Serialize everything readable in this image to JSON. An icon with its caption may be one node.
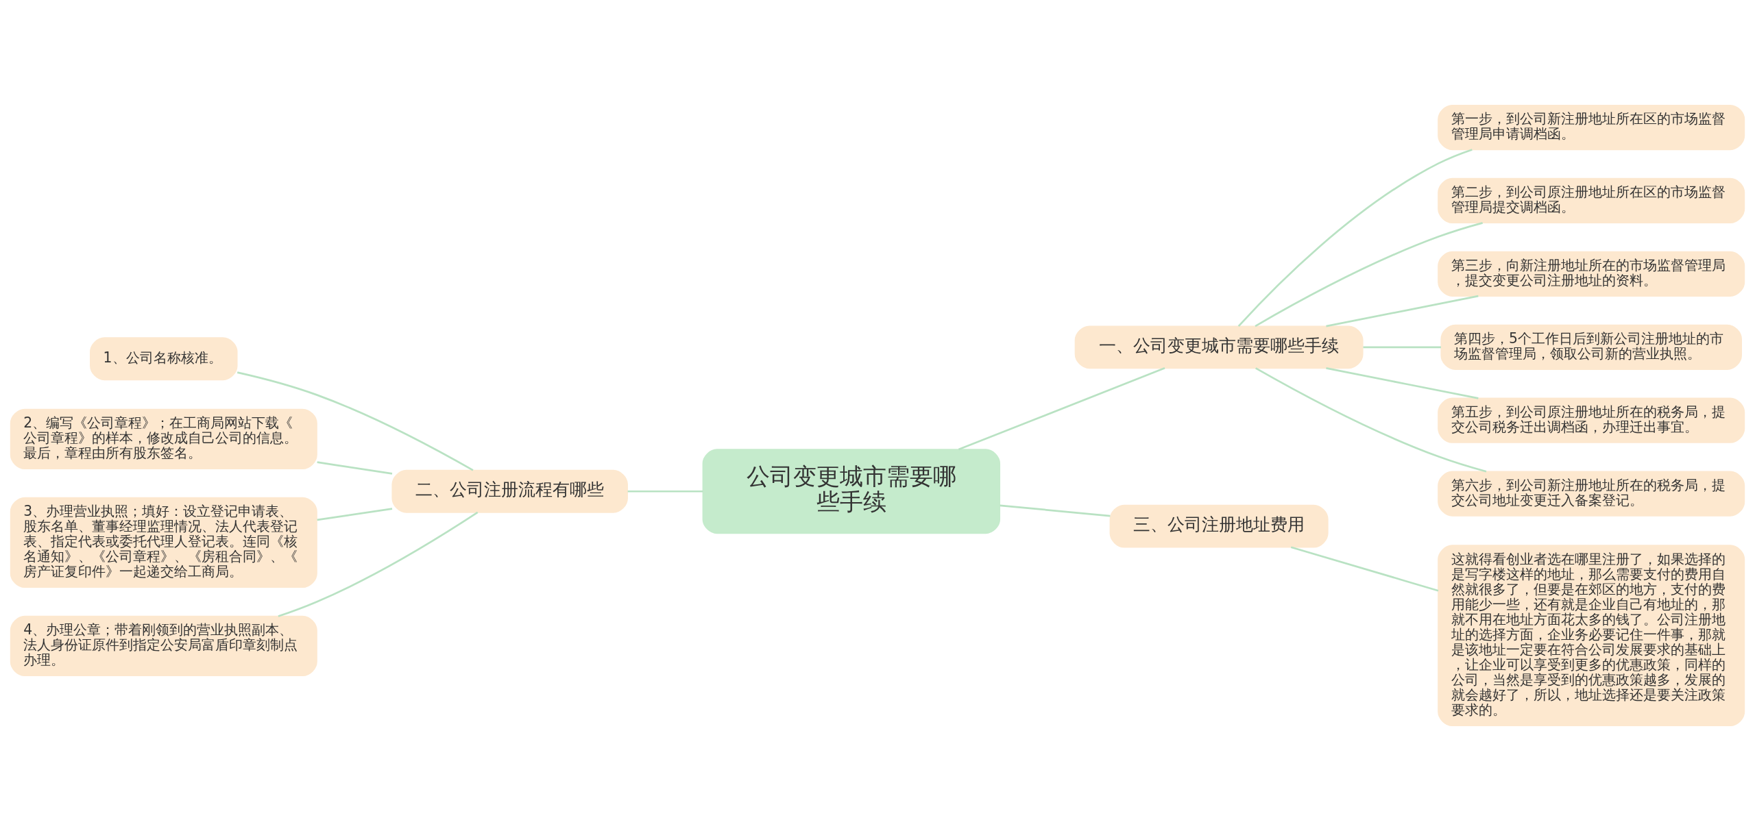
{
  "diagram": {
    "nodes": [
      {
        "text": [
          "公司变更城市需要哪些手续"
        ]
      },
      {
        "text": [
          "一、公司变更城市需要哪些手续"
        ]
      },
      {
        "text": [
          "第一步，到公司新注册地址所在区的市场监督管理局申请调档函。"
        ]
      },
      {
        "text": [
          "第二步，到公司原注册地址所在区的市场监督管理局提交调档函。"
        ]
      },
      {
        "text": [
          "第三步，向新注册地址所在的市场监督管理局，提交变更公司注册地址的资料。"
        ]
      },
      {
        "text": [
          "第四步，5个工作日后到新公司注册地址的市场监督管理局，领取公司新的营业执照。"
        ]
      },
      {
        "text": [
          "第五步，到公司原注册地址所在的税务局，提交公司税务迁出调档函，办理迁出事宜。"
        ]
      },
      {
        "text": [
          "第六步，到公司新注册地址所在的税务局，提交公司地址变更迁入备案登记。"
        ]
      },
      {
        "text": [
          "二、公司注册流程有哪些"
        ]
      },
      {
        "text": [
          "1、公司名称核准。"
        ]
      },
      {
        "text": [
          "2、编写《公司章程》；在工商局网站下载《公司章程》的样本，修改成自己公司的信息。最后，章程由所有股东签名。"
        ]
      },
      {
        "text": [
          "3、办理营业执照；填好：设立登记申请表、股东名单、董事经理监理情况、法人代表登记表、指定代表或委托代理人登记表。连同《核名通知》、《公司章程》、《房租合同》、《房产证复印件》一起递交给工商局。"
        ]
      },
      {
        "text": [
          "4、办理公章；带着刚领到的营业执照副本、法人身份证原件到指定公安局富盾印章刻制点办理。"
        ]
      },
      {
        "text": [
          "三、公司注册地址费用"
        ]
      },
      {
        "text": [
          "这就得看创业者选在哪里注册了，如果选择的是写字楼这样的地址，那么需要支付的费用自然就很多了，但要是在郊区的地方，支付的费用能少一些，还有就是企业自己有地址的，那就不用在地址方面花太多的钱了。公司注册地址的选择方面，企业务必要记住一件事，那就是该地址一定要在符合公司发展要求的基础上，让企业可以享受到更多的优惠政策，同样的公司，当然是享受到的优惠政策越多，发展的就会越好了，所以，地址选择还是要关注政策要求的。"
        ]
      }
    ],
    "edges": [
      {
        "from": 0,
        "to": 1,
        "arrow": "none"
      },
      {
        "from": 1,
        "to": 2,
        "arrow": "none"
      },
      {
        "from": 1,
        "to": 3,
        "arrow": "none"
      },
      {
        "from": 1,
        "to": 4,
        "arrow": "none"
      },
      {
        "from": 1,
        "to": 5,
        "arrow": "none"
      },
      {
        "from": 1,
        "to": 6,
        "arrow": "none"
      },
      {
        "from": 1,
        "to": 7,
        "arrow": "none"
      },
      {
        "from": 0,
        "to": 8,
        "arrow": "none"
      },
      {
        "from": 8,
        "to": 9,
        "arrow": "none"
      },
      {
        "from": 8,
        "to": 10,
        "arrow": "none"
      },
      {
        "from": 8,
        "to": 11,
        "arrow": "none"
      },
      {
        "from": 8,
        "to": 12,
        "arrow": "none"
      },
      {
        "from": 0,
        "to": 13,
        "arrow": "none"
      },
      {
        "from": 13,
        "to": 14,
        "arrow": "none"
      }
    ]
  }
}
